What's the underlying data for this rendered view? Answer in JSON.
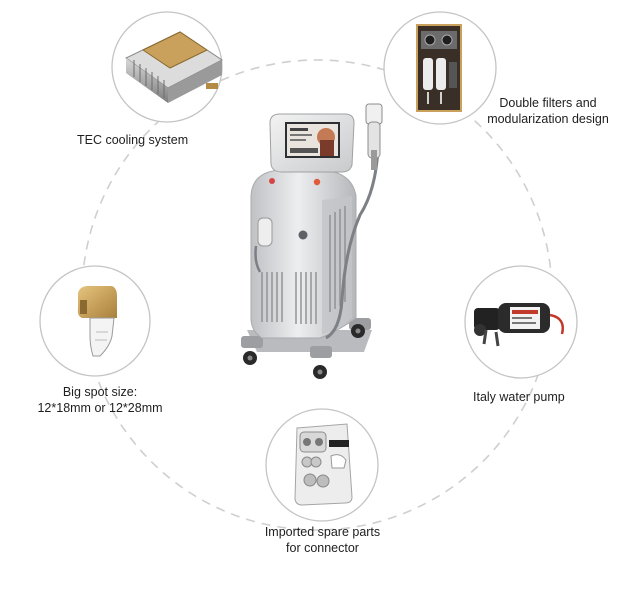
{
  "features": [
    {
      "id": "tec",
      "icon": "tec-cooling-icon",
      "lines": [
        "TEC cooling system"
      ]
    },
    {
      "id": "filters",
      "icon": "filter-module-icon",
      "lines": [
        "Double filters and",
        "modularization design"
      ]
    },
    {
      "id": "pump",
      "icon": "water-pump-icon",
      "lines": [
        "Italy water pump"
      ]
    },
    {
      "id": "connector",
      "icon": "connector-icon",
      "lines": [
        "Imported spare parts",
        "for connector"
      ]
    },
    {
      "id": "spot",
      "icon": "handpiece-icon",
      "lines": [
        "Big spot size:",
        "12*18mm or 12*28mm"
      ]
    }
  ],
  "colors": {
    "ring": "#c8c8c8",
    "circle_border": "#bdbdbd",
    "machine_body": "#d9dadc",
    "handpiece_gold": "#c9a15c",
    "pump_accent": "#c0392b"
  }
}
